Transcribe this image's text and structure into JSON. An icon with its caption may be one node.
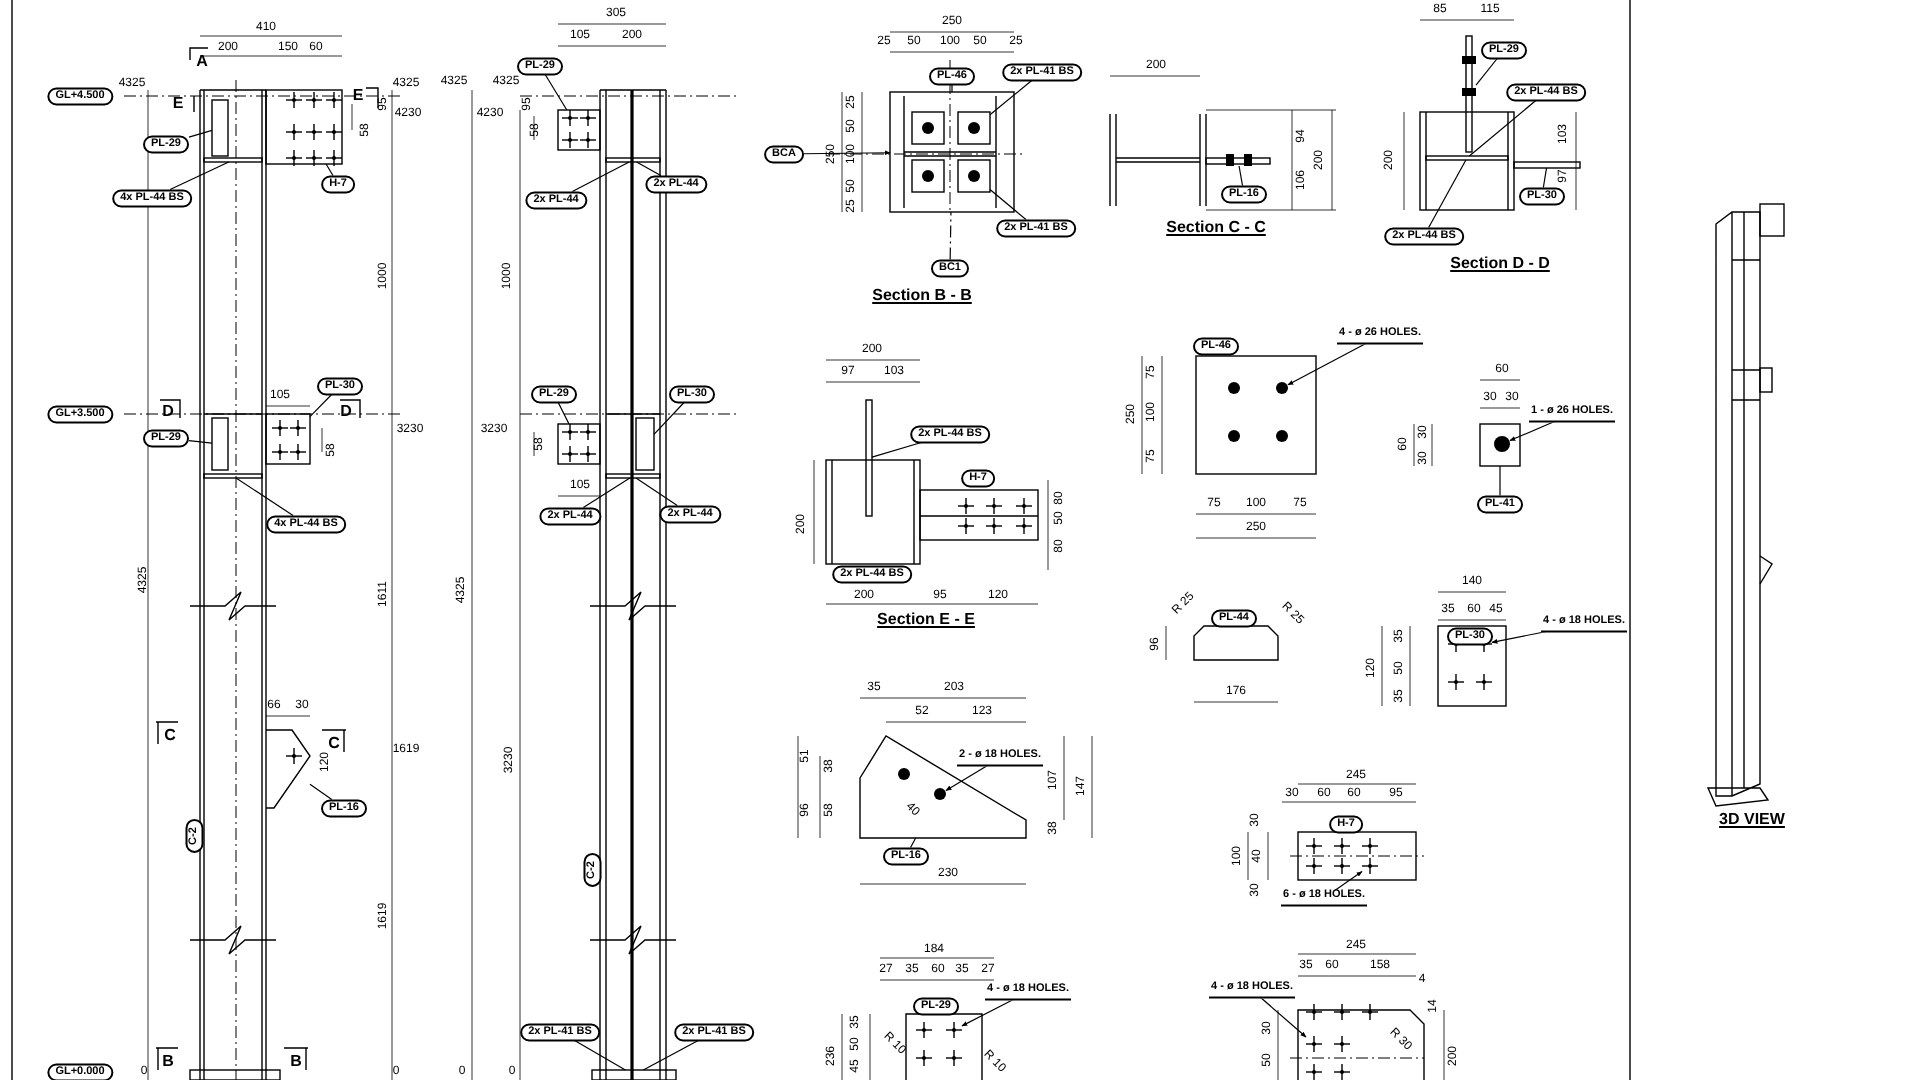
{
  "diagram": {
    "nodes": [
      {
        "text": [
          "GL+4.500"
        ]
      },
      {
        "text": [
          "PL-29"
        ]
      },
      {
        "text": [
          "4x PL-44 BS"
        ]
      },
      {
        "text": [
          "H-7"
        ]
      },
      {
        "text": [
          "GL+3.500"
        ]
      },
      {
        "text": [
          "PL-29"
        ]
      },
      {
        "text": [
          "PL-30"
        ]
      },
      {
        "text": [
          "4x PL-44 BS"
        ]
      },
      {
        "text": [
          "PL-16"
        ]
      },
      {
        "text": [
          "C-2"
        ]
      },
      {
        "text": [
          "GL+0.000"
        ]
      },
      {
        "text": [
          "PL-29"
        ]
      },
      {
        "text": [
          "2x PL-44"
        ]
      },
      {
        "text": [
          "2x PL-44"
        ]
      },
      {
        "text": [
          "PL-29"
        ]
      },
      {
        "text": [
          "PL-30"
        ]
      },
      {
        "text": [
          "2x PL-44"
        ]
      },
      {
        "text": [
          "2x PL-44"
        ]
      },
      {
        "text": [
          "C-2"
        ]
      },
      {
        "text": [
          "2x PL-41 BS"
        ]
      },
      {
        "text": [
          "2x PL-41 BS"
        ]
      },
      {
        "text": [
          "BCA"
        ]
      },
      {
        "text": [
          "PL-46"
        ]
      },
      {
        "text": [
          "2x PL-41 BS"
        ]
      },
      {
        "text": [
          "2x PL-41 BS"
        ]
      },
      {
        "text": [
          "BC1"
        ]
      },
      {
        "text": [
          "PL-16"
        ]
      },
      {
        "text": [
          "PL-29"
        ]
      },
      {
        "text": [
          "2x PL-44 BS"
        ]
      },
      {
        "text": [
          "PL-30"
        ]
      },
      {
        "text": [
          "2x PL-44 BS"
        ]
      },
      {
        "text": [
          "2x PL-44 BS"
        ]
      },
      {
        "text": [
          "H-7"
        ]
      },
      {
        "text": [
          "2x PL-44 BS"
        ]
      },
      {
        "text": [
          "PL-46"
        ]
      },
      {
        "text": [
          "PL-41"
        ]
      },
      {
        "text": [
          "PL-44"
        ]
      },
      {
        "text": [
          "PL-30"
        ]
      },
      {
        "text": [
          "PL-16"
        ]
      },
      {
        "text": [
          "H-7"
        ]
      },
      {
        "text": [
          "PL-29"
        ]
      },
      {
        "text": [
          "4 - ø 26 HOLES."
        ]
      },
      {
        "text": [
          "1 - ø 26 HOLES."
        ]
      },
      {
        "text": [
          "4 - ø 18 HOLES."
        ]
      },
      {
        "text": [
          "2 - ø 18 HOLES."
        ]
      },
      {
        "text": [
          "6 - ø 18 HOLES."
        ]
      },
      {
        "text": [
          "4 - ø 18 HOLES."
        ]
      },
      {
        "text": [
          "4 - ø 18 HOLES."
        ]
      },
      {
        "text": [],
        "shape": "box"
      },
      {
        "text": [],
        "shape": "box"
      },
      {
        "text": [],
        "shape": "box"
      },
      {
        "text": [],
        "shape": "box"
      },
      {
        "text": [],
        "shape": "box"
      },
      {
        "text": [],
        "shape": "box"
      },
      {
        "text": [],
        "shape": "box"
      },
      {
        "text": [],
        "shape": "box"
      },
      {
        "text": [],
        "shape": "box"
      },
      {
        "text": [],
        "shape": "box"
      },
      {
        "text": [],
        "shape": "box"
      },
      {
        "text": [],
        "shape": "box"
      },
      {
        "text": [],
        "shape": "box"
      },
      {
        "text": [],
        "shape": "box"
      },
      {
        "text": [],
        "shape": "box",
        "in": 61
      },
      {
        "text": [],
        "shape": "box",
        "in": 61
      },
      {
        "text": [],
        "shape": "box"
      },
      {
        "text": [],
        "shape": "box"
      },
      {
        "text": [],
        "shape": "box"
      },
      {
        "text": [],
        "shape": "box"
      },
      {
        "text": [],
        "shape": "box"
      },
      {
        "text": [],
        "shape": "box"
      },
      {
        "text": [],
        "shape": "box"
      },
      {
        "text": [],
        "shape": "circle"
      },
      {
        "text": [],
        "shape": "circle",
        "in": 69
      },
      {
        "text": [],
        "shape": "cross"
      },
      {
        "text": [],
        "shape": "circle",
        "in": 70
      },
      {
        "text": [],
        "shape": "cross"
      },
      {
        "text": [],
        "shape": "cross"
      },
      {
        "text": [],
        "shape": "cross"
      }
    ],
    "edges": [
      {
        "from": 1,
        "to": 48,
        "arrow": "none"
      },
      {
        "from": 2,
        "to": 49,
        "arrow": "none"
      },
      {
        "from": 3,
        "to": 50,
        "arrow": "none"
      },
      {
        "from": 5,
        "to": 51,
        "arrow": "none"
      },
      {
        "from": 6,
        "to": 52,
        "arrow": "none"
      },
      {
        "from": 7,
        "to": 53,
        "arrow": "none"
      },
      {
        "from": 8,
        "to": 54,
        "arrow": "none"
      },
      {
        "from": 11,
        "to": 55,
        "arrow": "none"
      },
      {
        "from": 12,
        "to": 56,
        "arrow": "none"
      },
      {
        "from": 13,
        "to": 56,
        "arrow": "none"
      },
      {
        "from": 14,
        "to": 57,
        "arrow": "none"
      },
      {
        "from": 15,
        "to": 58,
        "arrow": "none"
      },
      {
        "from": 16,
        "to": 59,
        "arrow": "none"
      },
      {
        "from": 17,
        "to": 59,
        "arrow": "none"
      },
      {
        "from": 19,
        "to": 60,
        "arrow": "none"
      },
      {
        "from": 20,
        "to": 60,
        "arrow": "none"
      },
      {
        "from": 21,
        "to": 61,
        "arrow": "to"
      },
      {
        "from": 22,
        "to": 61,
        "arrow": "none"
      },
      {
        "from": 23,
        "to": 62,
        "arrow": "none"
      },
      {
        "from": 24,
        "to": 63,
        "arrow": "none"
      },
      {
        "from": 25,
        "to": 61,
        "arrow": "none",
        "style": "dashed"
      },
      {
        "from": 26,
        "to": 64,
        "arrow": "none"
      },
      {
        "from": 27,
        "to": 65,
        "arrow": "none"
      },
      {
        "from": 28,
        "to": 66,
        "arrow": "none"
      },
      {
        "from": 29,
        "to": 67,
        "arrow": "none"
      },
      {
        "from": 30,
        "to": 66,
        "arrow": "none"
      },
      {
        "from": 31,
        "to": 68,
        "arrow": "none"
      },
      {
        "from": 35,
        "to": 69,
        "arrow": "none"
      },
      {
        "from": 38,
        "to": 70,
        "arrow": "none"
      },
      {
        "from": 41,
        "to": 71,
        "arrow": "to"
      },
      {
        "from": 42,
        "to": 72,
        "arrow": "to"
      },
      {
        "from": 43,
        "to": 73,
        "arrow": "to"
      },
      {
        "from": 44,
        "to": 74,
        "arrow": "to"
      },
      {
        "from": 45,
        "to": 75,
        "arrow": "to"
      },
      {
        "from": 46,
        "to": 76,
        "arrow": "to"
      },
      {
        "from": 47,
        "to": 77,
        "arrow": "to"
      }
    ],
    "labels": [
      "410",
      "200",
      "150",
      "60",
      "A",
      "4325",
      "4325",
      "E",
      "E",
      "95",
      "4230",
      "58",
      "1000",
      "105",
      "D",
      "D",
      "3230",
      "58",
      "4325",
      "1611",
      "66",
      "30",
      "C",
      "C",
      "1619",
      "120",
      "1619",
      "B",
      "B",
      "0",
      "0",
      "305",
      "105",
      "200",
      "4325",
      "4325",
      "95",
      "4230",
      "58",
      "1000",
      "3230",
      "58",
      "105",
      "4325",
      "3230",
      "0",
      "0",
      "250",
      "25",
      "50",
      "100",
      "50",
      "25",
      "25",
      "50",
      "250",
      "100",
      "50",
      "25",
      "Section B - B",
      "200",
      "94",
      "106",
      "200",
      "Section C - C",
      "85",
      "115",
      "200",
      "103",
      "97",
      "Section D - D",
      "200",
      "97",
      "103",
      "200",
      "80",
      "50",
      "80",
      "200",
      "95",
      "120",
      "Section E - E",
      "75",
      "100",
      "75",
      "250",
      "75",
      "100",
      "75",
      "250",
      "60",
      "30",
      "30",
      "60",
      "30",
      "30",
      "R 25",
      "R 25",
      "96",
      "176",
      "140",
      "35",
      "60",
      "45",
      "35",
      "120",
      "50",
      "35",
      "35",
      "203",
      "52",
      "123",
      "51",
      "38",
      "96",
      "58",
      "40",
      "107",
      "147",
      "38",
      "230",
      "245",
      "30",
      "60",
      "60",
      "95",
      "30",
      "100",
      "40",
      "30",
      "184",
      "27",
      "35",
      "60",
      "35",
      "27",
      "35",
      "236",
      "50",
      "45",
      "R 10",
      "R 10",
      "245",
      "35",
      "60",
      "158",
      "4",
      "14",
      "30",
      "50",
      "R 30",
      "200",
      "3D VIEW"
    ]
  }
}
